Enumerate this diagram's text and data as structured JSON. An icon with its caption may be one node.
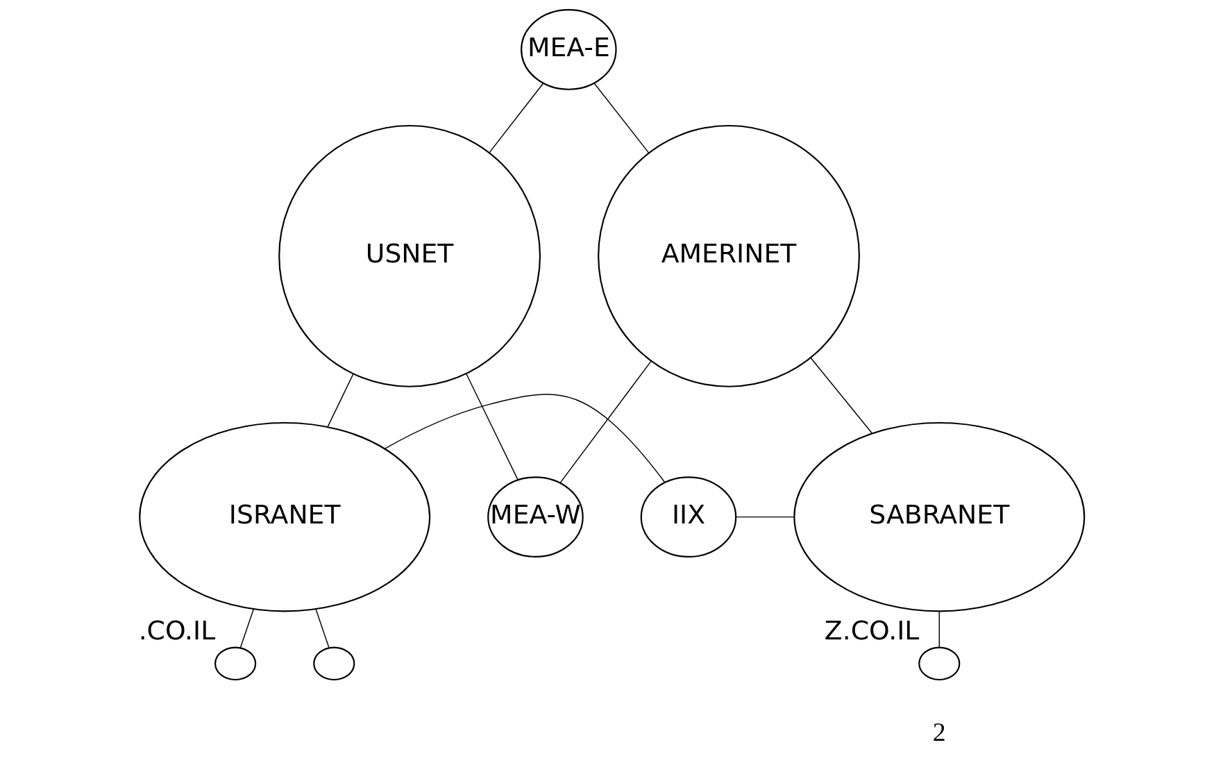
{
  "diagram": {
    "nodes": [
      {
        "text": [
          "MEA-E"
        ]
      },
      {
        "text": [
          "USNET"
        ]
      },
      {
        "text": [
          "AMERINET"
        ]
      },
      {
        "text": [
          "MEA-W"
        ]
      },
      {
        "text": [
          "ISRANET"
        ]
      },
      {
        "text": [
          "SABRANET"
        ]
      },
      {
        "text": [
          "IIX"
        ]
      },
      {
        "text": [],
        "shape": "circle",
        "beside": [
          ".CO.IL"
        ]
      },
      {
        "text": [],
        "shape": "circle"
      },
      {
        "text": [],
        "shape": "circle",
        "beside": [
          "Z.CO.IL"
        ]
      }
    ],
    "edges": [
      {
        "from": 1,
        "to": 0,
        "arrow": "none"
      },
      {
        "from": 0,
        "to": 2,
        "arrow": "none"
      },
      {
        "from": 1,
        "to": 3,
        "arrow": "none"
      },
      {
        "from": 3,
        "to": 2,
        "arrow": "none"
      },
      {
        "from": 1,
        "to": 4,
        "arrow": "none"
      },
      {
        "from": 2,
        "to": 5,
        "arrow": "none"
      },
      {
        "from": 4,
        "to": 6,
        "arrow": "none"
      },
      {
        "from": 6,
        "to": 5,
        "arrow": "none"
      },
      {
        "from": 4,
        "to": 7,
        "arrow": "none"
      },
      {
        "from": 4,
        "to": 8,
        "arrow": "none"
      },
      {
        "from": 5,
        "to": 9,
        "arrow": "none"
      }
    ],
    "labels": [
      "2"
    ]
  }
}
